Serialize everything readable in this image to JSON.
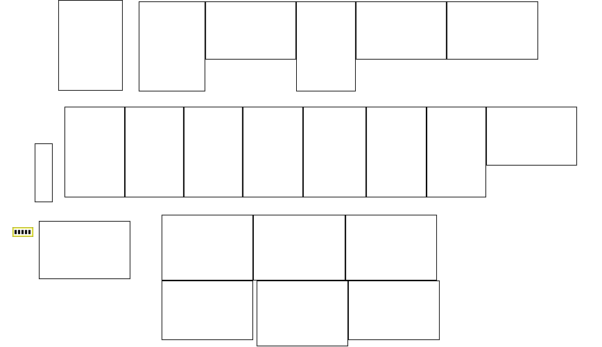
{
  "canvas": {
    "background": "#ffffff"
  },
  "colors": {
    "frame": "#000000",
    "wall": "#000000",
    "accent": "#e8e800",
    "hatch": "#2a2a2a"
  },
  "sheets": [
    {
      "id": "s01",
      "kind": "site-plan",
      "fills": [
        "dark-plan",
        "north-arrow"
      ]
    },
    {
      "id": "s02",
      "kind": "elevations-pair",
      "fills": [
        "elevation-top",
        "elevation-bottom"
      ]
    },
    {
      "id": "s03",
      "kind": "floor-plan",
      "fills": [
        "plan-yellow-grid"
      ]
    },
    {
      "id": "s04",
      "kind": "floor-plan",
      "fills": [
        "plan-yellow-stair"
      ]
    },
    {
      "id": "s05",
      "kind": "floor-plans-pair",
      "fills": [
        "plan-outline",
        "plan-outline"
      ]
    },
    {
      "id": "s06",
      "kind": "elevations-pair",
      "fills": [
        "elevation-yellow",
        "elevation-yellow"
      ]
    },
    {
      "id": "s07",
      "kind": "floor-plan",
      "fills": [
        "plan-yellow-grid"
      ]
    },
    {
      "id": "s08",
      "kind": "floor-plan",
      "fills": [
        "plan-stair-hatch"
      ]
    },
    {
      "id": "s09",
      "kind": "floor-plan",
      "fills": [
        "plan-stair-hatch"
      ]
    },
    {
      "id": "s10",
      "kind": "site-plan",
      "fills": [
        "dark-plan"
      ]
    },
    {
      "id": "s11",
      "kind": "floor-plan",
      "fills": [
        "plan-outline"
      ]
    },
    {
      "id": "s12",
      "kind": "floor-plan",
      "fills": [
        "plan-outline"
      ]
    },
    {
      "id": "s13",
      "kind": "floor-plan",
      "fills": [
        "plan-grid-diagonal"
      ]
    },
    {
      "id": "s14",
      "kind": "floor-plans-pair",
      "fills": [
        "plan-yellow-grid",
        "plan-stair-hatch"
      ]
    },
    {
      "id": "s15",
      "kind": "detail",
      "fills": [
        "stair-detail"
      ]
    },
    {
      "id": "s16",
      "kind": "detail",
      "fills": [
        "title-block"
      ]
    },
    {
      "id": "s17",
      "kind": "elevations-pair",
      "fills": [
        "elevation-yellow",
        "elevation-yellow"
      ]
    },
    {
      "id": "s18",
      "kind": "mixed",
      "fills": [
        "sections",
        "dark-plan",
        "legend"
      ]
    },
    {
      "id": "s19",
      "kind": "floor-plans-pair",
      "fills": [
        "plan-grid-diagonal",
        "plan-grid-diagonal"
      ]
    },
    {
      "id": "s20",
      "kind": "floor-plans-pair",
      "fills": [
        "plan-yellow-stair",
        "plan-yellow-stair"
      ]
    },
    {
      "id": "s21",
      "kind": "elevations-pair",
      "fills": [
        "section-cross",
        "elevation-yellow"
      ]
    },
    {
      "id": "s22",
      "kind": "mixed",
      "fills": [
        "roof-plan",
        "dark-plan",
        "legend"
      ]
    },
    {
      "id": "s23",
      "kind": "floor-plans-pair",
      "fills": [
        "plan-stair-hatch",
        "plan-stair-hatch"
      ]
    }
  ]
}
